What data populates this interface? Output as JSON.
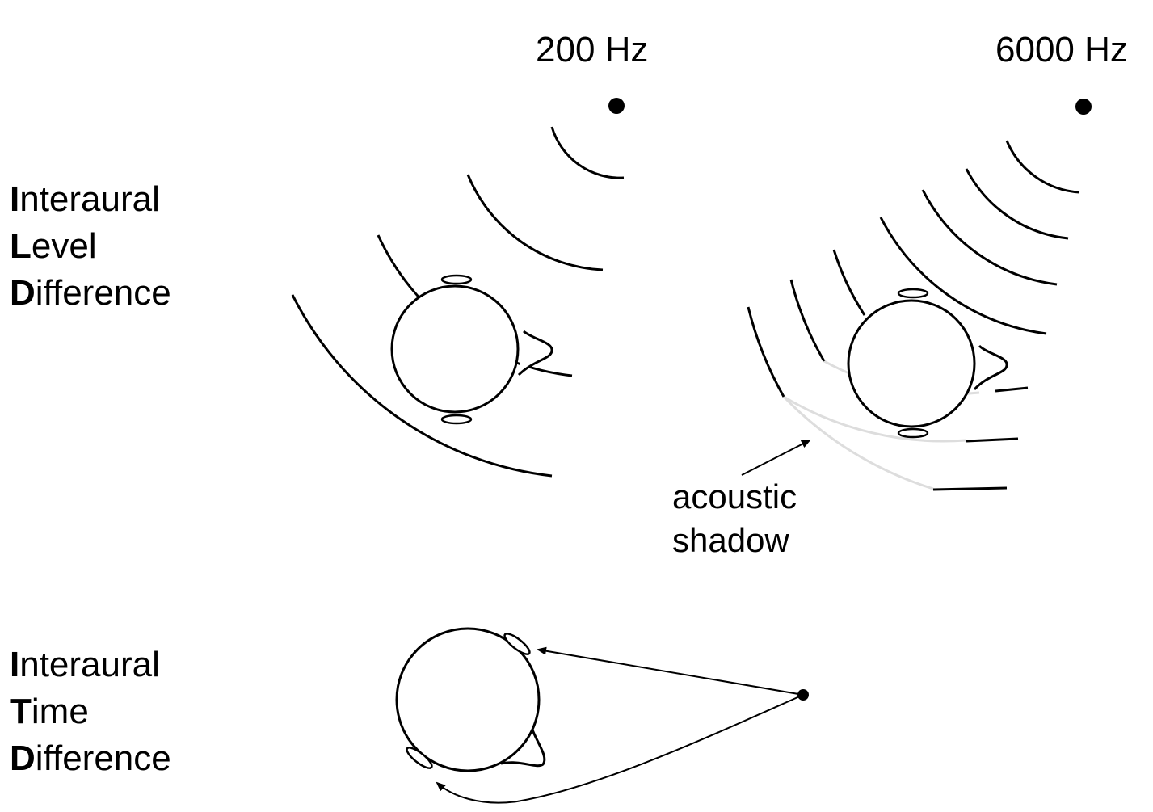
{
  "ild": {
    "line1": {
      "initial": "I",
      "rest": "nteraural"
    },
    "line2": {
      "initial": "L",
      "rest": "evel"
    },
    "line3": {
      "initial": "D",
      "rest": "ifference"
    }
  },
  "itd": {
    "line1": {
      "initial": "I",
      "rest": "nteraural"
    },
    "line2": {
      "initial": "T",
      "rest": "ime"
    },
    "line3": {
      "initial": "D",
      "rest": "ifference"
    }
  },
  "frequencies": {
    "low": "200 Hz",
    "high": "6000 Hz"
  },
  "shadow": {
    "line1": "acoustic",
    "line2": "shadow"
  },
  "colors": {
    "stroke": "#000000",
    "shadow_arc": "#dddddd"
  }
}
